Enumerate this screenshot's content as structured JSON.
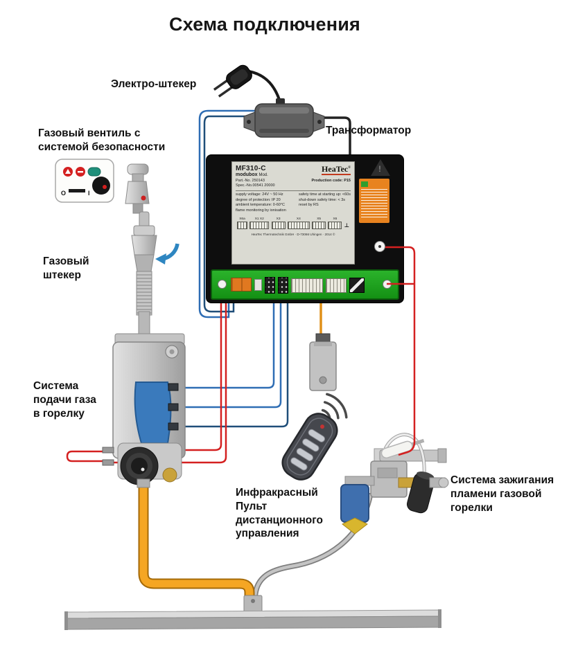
{
  "title": "Схема подключения",
  "labels": {
    "electro_plug": "Электро-штекер",
    "transformer": "Трансформатор",
    "gas_valve_safety": "Газовый вентиль с\nсистемой безопасности",
    "gas_plug": "Газовый\nштекер",
    "gas_supply": "Система\nподачи газа\nв горелку",
    "remote": "Инфракрасный\nПульт\nдистанционного\nуправления",
    "ignition": "Система зажигания\nпламени газовой\nгорелки"
  },
  "control_unit": {
    "model": "MF310-C",
    "series": "modubox",
    "mod": "Mod.",
    "brand": "HeaTec",
    "brand_reg": "®",
    "part_no": "Part.-No. 250143",
    "spec_no": "Spec.-No.00541 20000",
    "production_code": "Production code: P15",
    "specs_left": "supply voltage: 24V ~ 50 Hz\ndegree of protection: IP 20\nambient temperature: 0-60°C\nflame monitoring by ionisation",
    "specs_right": "safety time at starting up: <60s\nshut-down safety time: < 3s\nreset by RS",
    "terminal_groups": [
      "X6a",
      "X1 X2",
      "X3",
      "X4",
      "X5",
      "X6"
    ],
    "ground_symbol": "⊥",
    "manufacturer_line": "HeaTec Thermotechnik GmbH · D-73066 Uhingen · 2014 ©"
  },
  "safety_panel": {
    "off_mark": "O",
    "on_mark": "I"
  },
  "colors": {
    "wire_red": "#d42020",
    "wire_blue": "#2e6db4",
    "wire_blue_dark": "#1f4e79",
    "wire_orange": "#e09018",
    "pipe_orange": "#f5a623",
    "terminal_green": "#1ea31e",
    "sticker_orange": "#e8831f"
  }
}
